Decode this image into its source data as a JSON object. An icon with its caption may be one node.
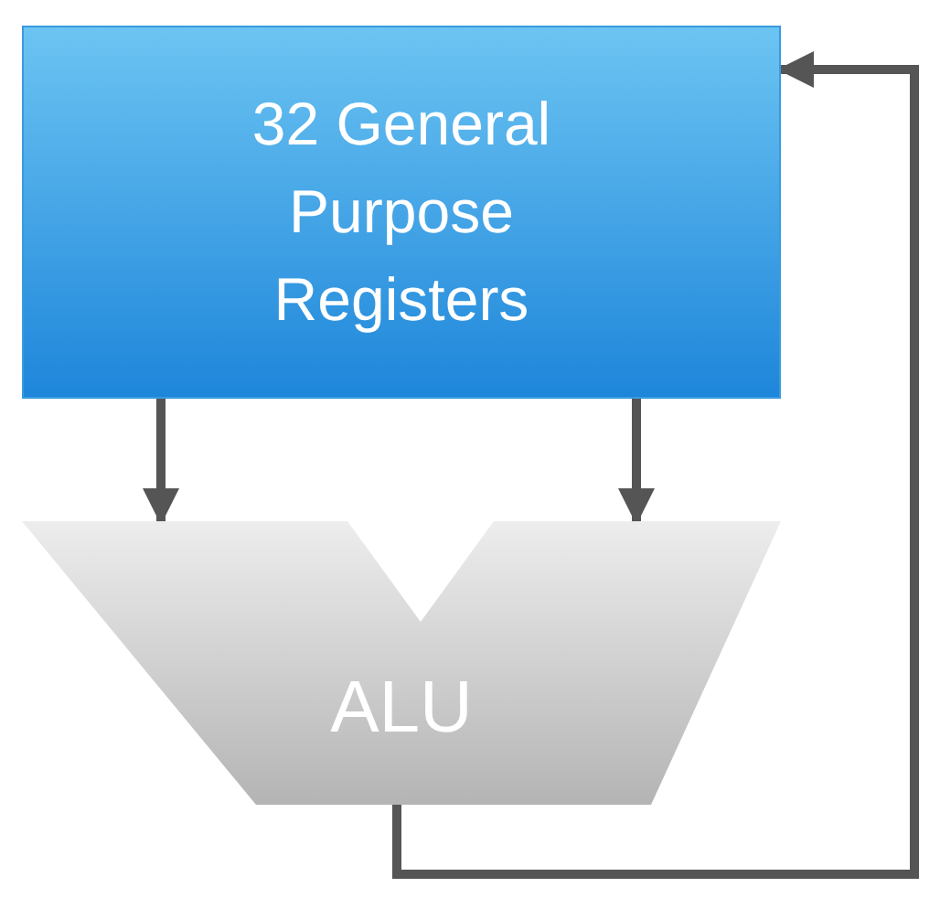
{
  "diagram": {
    "nodes": [
      {
        "text": [
          "32 General Purpose Registers"
        ]
      },
      {
        "text": [
          "ALU"
        ]
      }
    ],
    "edges": [
      {
        "from": 0,
        "to": 1,
        "arrow": "to"
      },
      {
        "from": 0,
        "to": 1,
        "arrow": "to"
      },
      {
        "from": 1,
        "to": 0,
        "arrow": "to"
      }
    ]
  }
}
